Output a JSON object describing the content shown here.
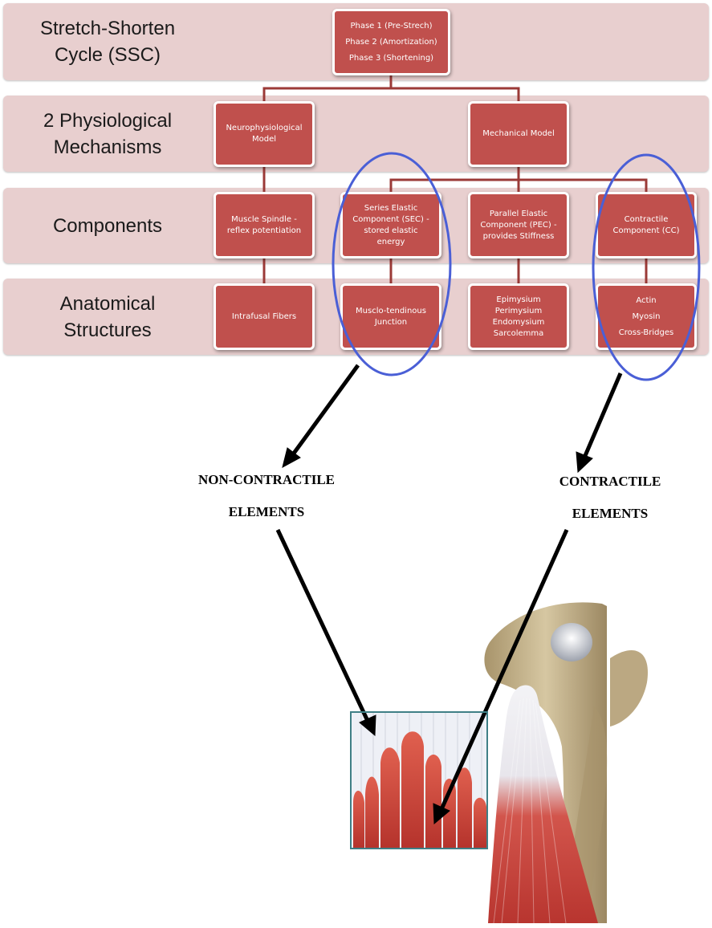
{
  "rows": [
    {
      "label": "Stretch-Shorten\nCycle (SSC)"
    },
    {
      "label": "2 Physiological\nMechanisms"
    },
    {
      "label": "Components"
    },
    {
      "label": "Anatomical\nStructures"
    }
  ],
  "nodes": {
    "phases": [
      "Phase 1 (Pre-Strech)",
      "Phase 2 (Amortization)",
      "Phase 3 (Shortening)"
    ],
    "neuro": [
      "Neurophysiological",
      "Model"
    ],
    "mechanical": [
      "Mechanical Model"
    ],
    "spindle": [
      "Muscle Spindle -",
      "reflex potentiation"
    ],
    "sec": [
      "Series Elastic",
      "Component (SEC) -",
      "stored  elastic",
      "energy"
    ],
    "pec": [
      "Parallel Elastic",
      "Component (PEC) -",
      "provides Stiffness"
    ],
    "cc": [
      "Contractile",
      "Component (CC)"
    ],
    "intrafusal": [
      "Intrafusal Fibers"
    ],
    "mtj": [
      "Musclo-tendinous",
      "Junction"
    ],
    "connective": [
      "Epimysium",
      "Perimysium",
      "Endomysium",
      "Sarcolemma"
    ],
    "filaments": [
      "Actin",
      "Myosin",
      "Cross-Bridges"
    ]
  },
  "callouts": {
    "non_contractile": [
      "NON-CONTRACTILE",
      "ELEMENTS"
    ],
    "contractile": [
      "CONTRACTILE",
      "ELEMENTS"
    ]
  },
  "colors": {
    "band": "#e8cfcf",
    "box": "#c0504d",
    "connector": "#9b3a37",
    "highlight_ellipse": "#4a5fd6",
    "arrow": "#000000",
    "bone": "#c9b892",
    "muscle": "#c8463f",
    "tendon": "#eef0f6"
  }
}
